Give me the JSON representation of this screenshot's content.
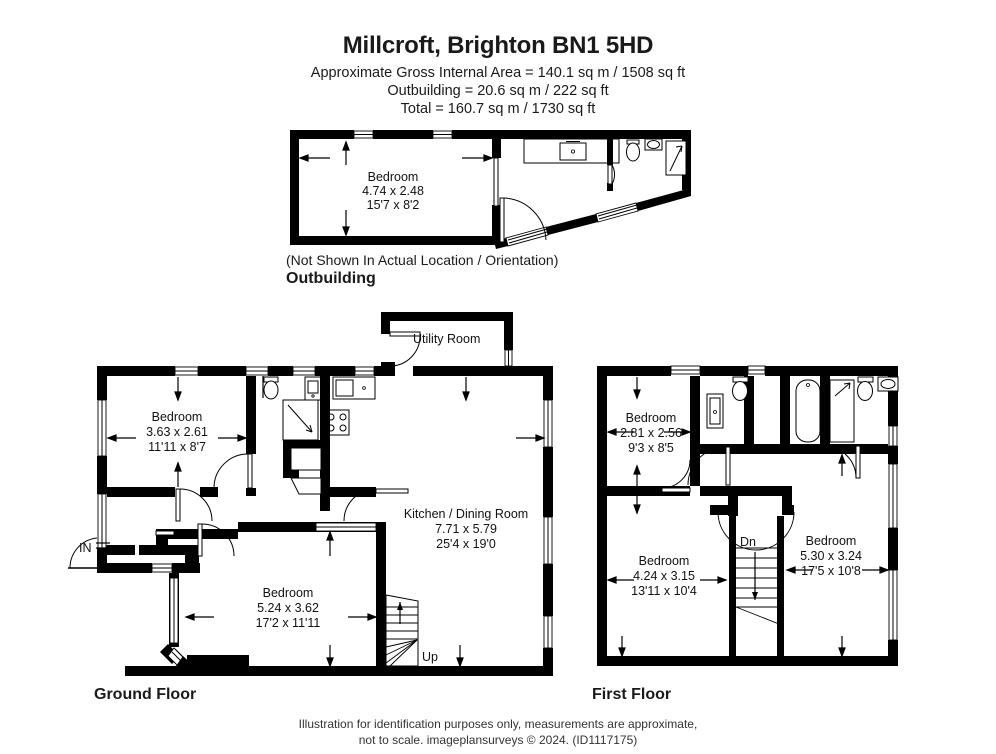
{
  "header": {
    "title": "Millcroft, Brighton BN1 5HD",
    "line1": "Approximate Gross Internal Area = 140.1 sq m / 1508 sq ft",
    "line2": "Outbuilding = 20.6 sq m / 222 sq ft",
    "line3": "Total = 160.7 sq m / 1730 sq ft"
  },
  "outbuilding": {
    "note": "(Not Shown In Actual Location / Orientation)",
    "label": "Outbuilding",
    "rooms": [
      {
        "name": "Bedroom",
        "metric": "4.74 x 2.48",
        "imperial": "15'7 x 8'2"
      }
    ]
  },
  "ground_floor": {
    "label": "Ground Floor",
    "entrance_label": "IN",
    "stair_label": "Up",
    "rooms": [
      {
        "name": "Bedroom",
        "metric": "3.63 x 2.61",
        "imperial": "11'11 x 8'7"
      },
      {
        "name": "Kitchen / Dining Room",
        "metric": "7.71 x 5.79",
        "imperial": "25'4 x 19'0"
      },
      {
        "name": "Bedroom",
        "metric": "5.24 x 3.62",
        "imperial": "17'2 x 11'11"
      },
      {
        "name": "Utility Room",
        "metric": "",
        "imperial": ""
      }
    ]
  },
  "first_floor": {
    "label": "First Floor",
    "stair_label": "Dn",
    "rooms": [
      {
        "name": "Bedroom",
        "metric": "2.81 x 2.56",
        "imperial": "9'3 x 8'5"
      },
      {
        "name": "Bedroom",
        "metric": "5.30 x 3.24",
        "imperial": "17'5 x 10'8"
      },
      {
        "name": "Bedroom",
        "metric": "4.24 x 3.15",
        "imperial": "13'11 x 10'4"
      }
    ]
  },
  "footer": {
    "line1": "Illustration for identification purposes only, measurements are approximate,",
    "line2": "not to scale. imageplansurveys © 2024. (ID1117175)"
  },
  "colors": {
    "wall": "#000000",
    "background": "#ffffff",
    "text": "#111111"
  }
}
